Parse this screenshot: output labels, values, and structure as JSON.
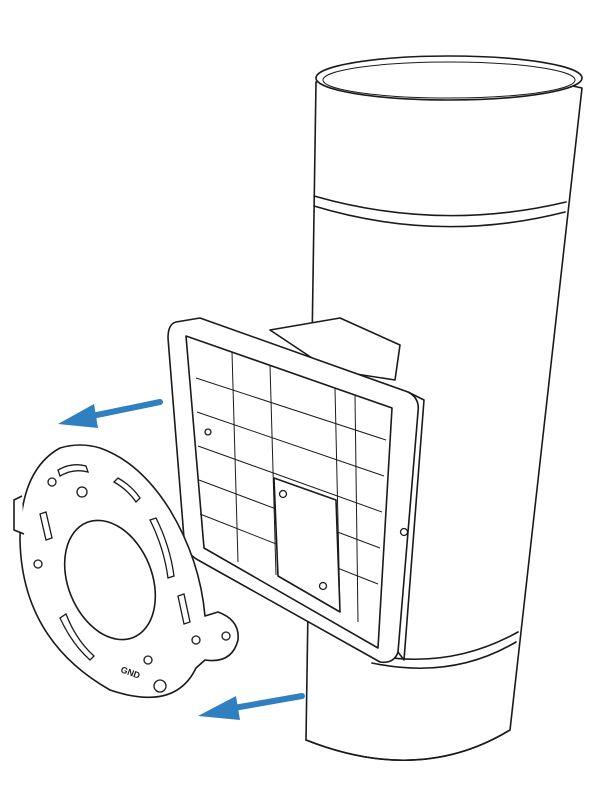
{
  "colors": {
    "arrow": "#2f7fc1",
    "outline": "#1a1a1a",
    "background": "#ffffff"
  },
  "parts": {
    "cylinder": "cylindrical-housing",
    "box": "junction-box",
    "plate": "mounting-plate"
  },
  "arrows": [
    {
      "name": "upper-arrow",
      "direction": "left"
    },
    {
      "name": "lower-arrow",
      "direction": "left"
    }
  ],
  "plate_label": "GND"
}
